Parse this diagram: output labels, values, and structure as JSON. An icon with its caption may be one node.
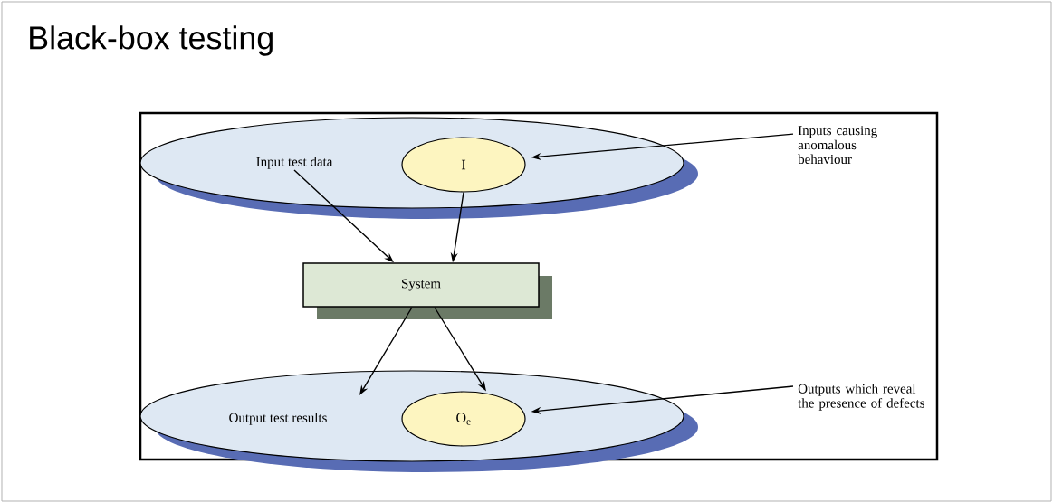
{
  "diagram": {
    "title": "Black-box testing",
    "nodes": [
      {
        "text": [
          "Input test data"
        ]
      },
      {
        "text": [
          "I"
        ],
        "in": 0
      },
      {
        "text": [
          "Inputs causing anomalous behaviour"
        ]
      },
      {
        "text": [
          "System"
        ]
      },
      {
        "text": [
          "Output test results"
        ]
      },
      {
        "text": [
          "O$_{e}$"
        ],
        "in": 4
      },
      {
        "text": [
          "Outputs which reveal the presence of defects"
        ]
      }
    ],
    "edges": [
      {
        "from": 0,
        "to": 3,
        "arrow": "to"
      },
      {
        "from": 1,
        "to": 3,
        "arrow": "to"
      },
      {
        "from": 2,
        "to": 1,
        "arrow": "to"
      },
      {
        "from": 3,
        "to": 4,
        "arrow": "to"
      },
      {
        "from": 3,
        "to": 5,
        "arrow": "to"
      },
      {
        "from": 6,
        "to": 5,
        "arrow": "to"
      }
    ]
  }
}
